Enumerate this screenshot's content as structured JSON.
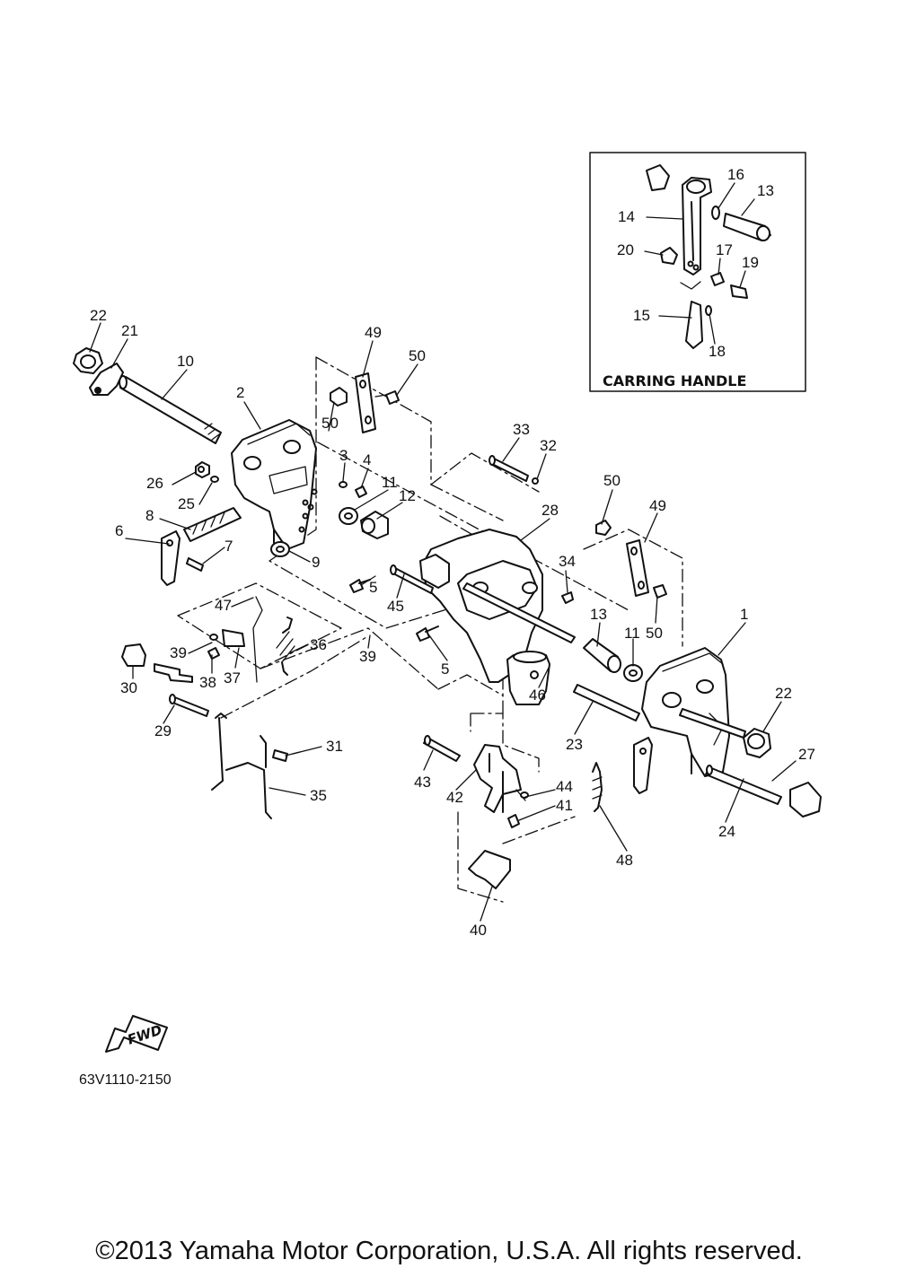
{
  "inset": {
    "title": "CARRING HANDLE"
  },
  "fwd_label": "FWD",
  "drawing_code": "63V1110-2150",
  "copyright": "©2013 Yamaha Motor Corporation, U.S.A. All rights reserved.",
  "callouts": [
    {
      "label": "22"
    },
    {
      "label": "21"
    },
    {
      "label": "10"
    },
    {
      "label": "2"
    },
    {
      "label": "49"
    },
    {
      "label": "50"
    },
    {
      "label": "50"
    },
    {
      "label": "3"
    },
    {
      "label": "4"
    },
    {
      "label": "11"
    },
    {
      "label": "12"
    },
    {
      "label": "26"
    },
    {
      "label": "25"
    },
    {
      "label": "8"
    },
    {
      "label": "6"
    },
    {
      "label": "7"
    },
    {
      "label": "9"
    },
    {
      "label": "33"
    },
    {
      "label": "32"
    },
    {
      "label": "28"
    },
    {
      "label": "50"
    },
    {
      "label": "49"
    },
    {
      "label": "34"
    },
    {
      "label": "5"
    },
    {
      "label": "45"
    },
    {
      "label": "5"
    },
    {
      "label": "47"
    },
    {
      "label": "39"
    },
    {
      "label": "39"
    },
    {
      "label": "36"
    },
    {
      "label": "37"
    },
    {
      "label": "38"
    },
    {
      "label": "30"
    },
    {
      "label": "29"
    },
    {
      "label": "13"
    },
    {
      "label": "11"
    },
    {
      "label": "50"
    },
    {
      "label": "1"
    },
    {
      "label": "46"
    },
    {
      "label": "22"
    },
    {
      "label": "23"
    },
    {
      "label": "27"
    },
    {
      "label": "31"
    },
    {
      "label": "35"
    },
    {
      "label": "43"
    },
    {
      "label": "42"
    },
    {
      "label": "44"
    },
    {
      "label": "41"
    },
    {
      "label": "24"
    },
    {
      "label": "48"
    },
    {
      "label": "40"
    },
    {
      "label": "16"
    },
    {
      "label": "13"
    },
    {
      "label": "14"
    },
    {
      "label": "20"
    },
    {
      "label": "17"
    },
    {
      "label": "19"
    },
    {
      "label": "15"
    },
    {
      "label": "18"
    }
  ]
}
